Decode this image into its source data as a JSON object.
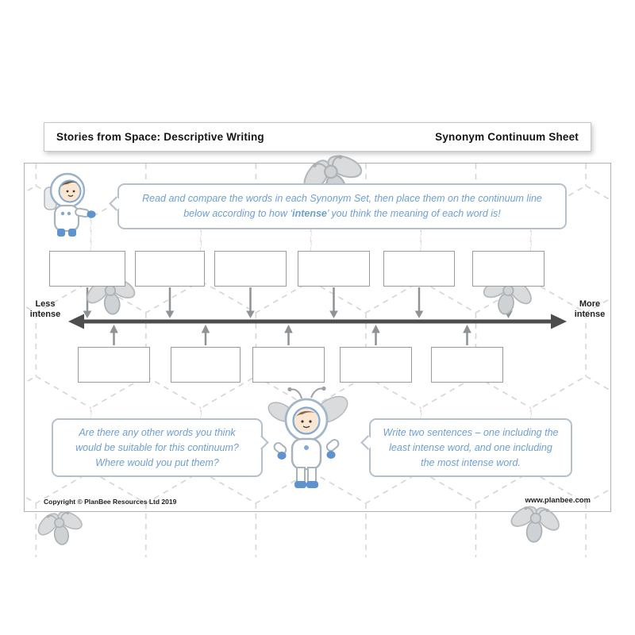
{
  "colors": {
    "accent-blue": "#6d9fd3",
    "bubble-border": "#b4c0cb",
    "line-gray": "#4d4d4d",
    "box-border": "#9b9b9b",
    "pattern-gray": "#d6d6d6",
    "bee-gray": "#cfd2d4"
  },
  "header": {
    "left_title": "Stories from Space: Descriptive Writing",
    "right_title": "Synonym Continuum Sheet"
  },
  "instruction_bubble": {
    "line1": "Read and compare the words in each Synonym Set, then place them on the continuum line",
    "line2_pre": "below according to how ‘",
    "line2_bold": "intense",
    "line2_post": "’ you think the meaning of each word is!"
  },
  "continuum": {
    "less_label": [
      "Less",
      "intense"
    ],
    "more_label": [
      "More",
      "intense"
    ],
    "top_box_count": 6,
    "bottom_box_count": 5
  },
  "left_bubble": {
    "line1": "Are there any other words you think",
    "line2": "would be suitable for this continuum?",
    "line3": "Where would you put them?"
  },
  "right_bubble": {
    "line1": "Write two sentences – one including the",
    "line2": "least intense word, and one including",
    "line3": "the most intense word."
  },
  "footer": {
    "copyright": "Copyright © PlanBee Resources Ltd 2019",
    "website": "www.planbee.com"
  },
  "icons": {
    "astronaut": "astronaut-icon",
    "bee_astronaut": "bee-astronaut-icon",
    "bee": "bee-icon"
  }
}
